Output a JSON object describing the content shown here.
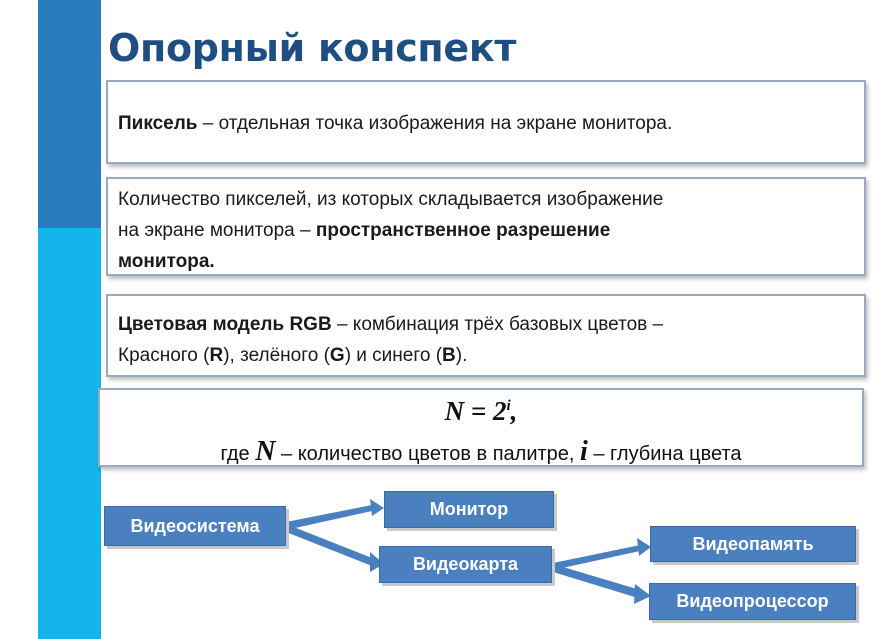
{
  "title": "Опорный конспект",
  "box1": {
    "term": "Пиксель",
    "text": " – отдельная точка изображения на экране монитора."
  },
  "box2": {
    "line1": "Количество пикселей, из которых складывается изображение",
    "line2_plain": "на экране монитора – ",
    "line2_bold": "пространственное разрешение",
    "line3_bold": "монитора."
  },
  "box3": {
    "term": "Цветовая модель RGB",
    "text1": " – комбинация трёх базовых цветов –",
    "red": "Красного (",
    "r": "R",
    "green": "), зелёного (",
    "g": "G",
    "blue": ") и синего (",
    "b": "B",
    "end": ")."
  },
  "formula": {
    "lhs": "N = 2",
    "exp": "i",
    "tail": ",",
    "where": "где ",
    "n": "N",
    "n_desc": " – количество цветов в палитре,  ",
    "i": "i",
    "i_desc": " – глубина цвета"
  },
  "diagram": {
    "nodes": {
      "videosystem": "Видеосистема",
      "monitor": "Монитор",
      "videocard": "Видеокарта",
      "videomemory": "Видеопамять",
      "videoprocessor": "Видеопроцессор"
    },
    "node_color": "#4a7fc0",
    "arrow_color": "#4a7fc0"
  },
  "colors": {
    "bar_top": "#2a7bbd",
    "bar_bottom": "#14b5ea",
    "title": "#1f4e82"
  }
}
